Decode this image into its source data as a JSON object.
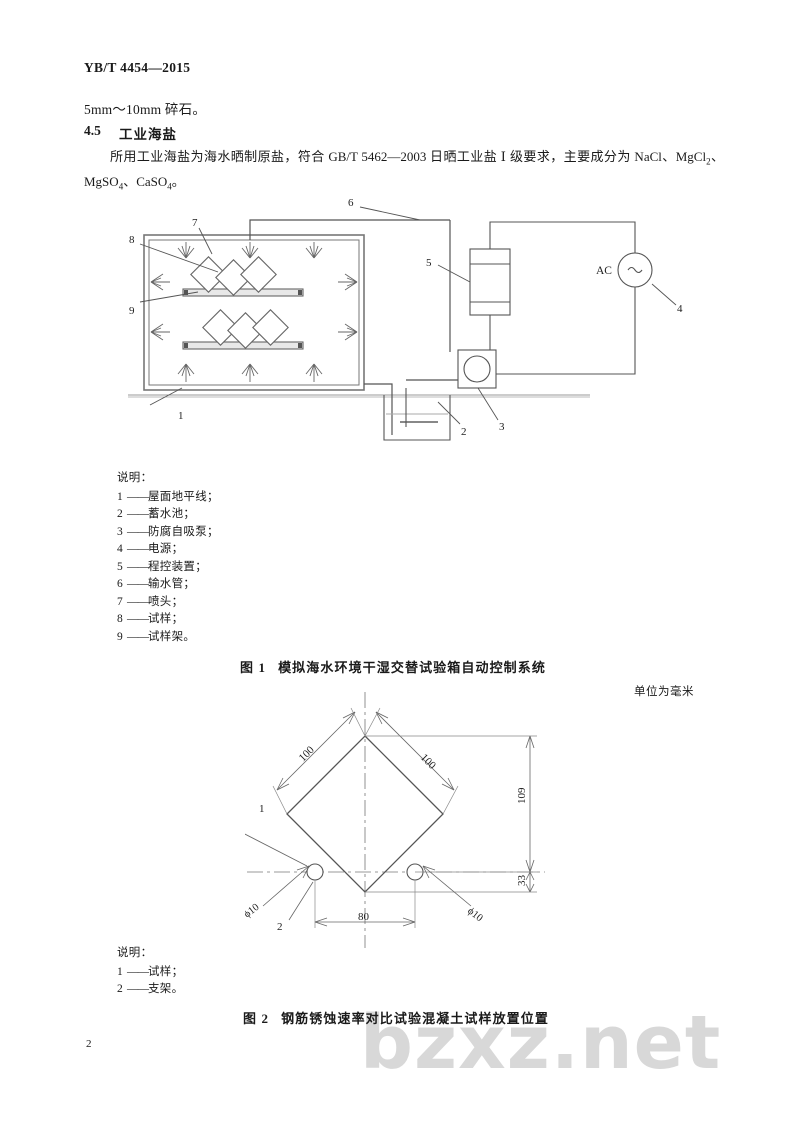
{
  "document": {
    "standard_code": "YB/T 4454—2015",
    "page_number": "2",
    "watermark": "bzxz.net"
  },
  "body": {
    "gravel_line": "5mm～10mm 碎石。",
    "section_number": "4.5",
    "section_title": "工业海盐",
    "paragraph_prefix": "所用工业海盐为海水晒制原盐，符合 GB/T 5462—2003 日晒工业盐 Ⅰ 级要求，主要成分为 NaCl、",
    "paragraph_formula_1": "MgCl",
    "paragraph_formula_1_sub": "2",
    "paragraph_sep_1": "、",
    "paragraph_formula_2": "MgSO",
    "paragraph_formula_2_sub": "4",
    "paragraph_sep_2": "、",
    "paragraph_formula_3": "CaSO",
    "paragraph_formula_3_sub": "4",
    "paragraph_end": "。"
  },
  "figure1": {
    "caption_number": "图 1",
    "caption_text": "模拟海水环境干湿交替试验箱自动控制系统",
    "labels": {
      "roofline": "1",
      "tank": "2",
      "pump": "3",
      "power": "4",
      "controller": "5",
      "pipe": "6",
      "nozzle": "7",
      "specimen": "8",
      "rack": "9",
      "ac_text": "AC",
      "ac_symbol": "~"
    },
    "legend_heading": "说明：",
    "legend_items": [
      {
        "num": "1",
        "label": "屋面地平线；"
      },
      {
        "num": "2",
        "label": "蓄水池；"
      },
      {
        "num": "3",
        "label": "防腐自吸泵；"
      },
      {
        "num": "4",
        "label": "电源；"
      },
      {
        "num": "5",
        "label": "程控装置；"
      },
      {
        "num": "6",
        "label": "输水管；"
      },
      {
        "num": "7",
        "label": "喷头；"
      },
      {
        "num": "8",
        "label": "试样；"
      },
      {
        "num": "9",
        "label": "试样架。"
      }
    ]
  },
  "figure2": {
    "caption_number": "图 2",
    "caption_text": "钢筋锈蚀速率对比试验混凝土试样放置位置",
    "unit_note": "单位为毫米",
    "dimensions": {
      "side_left": "100",
      "side_right": "100",
      "height_total": "109",
      "height_lower": "33",
      "width_bottom": "80",
      "hole_left": "ϕ10",
      "hole_right": "ϕ10"
    },
    "labels": {
      "specimen": "1",
      "support": "2"
    },
    "legend_heading": "说明：",
    "legend_items": [
      {
        "num": "1",
        "label": "试样；"
      },
      {
        "num": "2",
        "label": "支架。"
      }
    ]
  },
  "colors": {
    "ink": "#1a1a1a",
    "line": "#5a5a5a",
    "line_light": "#8d8d8d",
    "watermark": "#d8d8d8",
    "paper": "#ffffff"
  }
}
